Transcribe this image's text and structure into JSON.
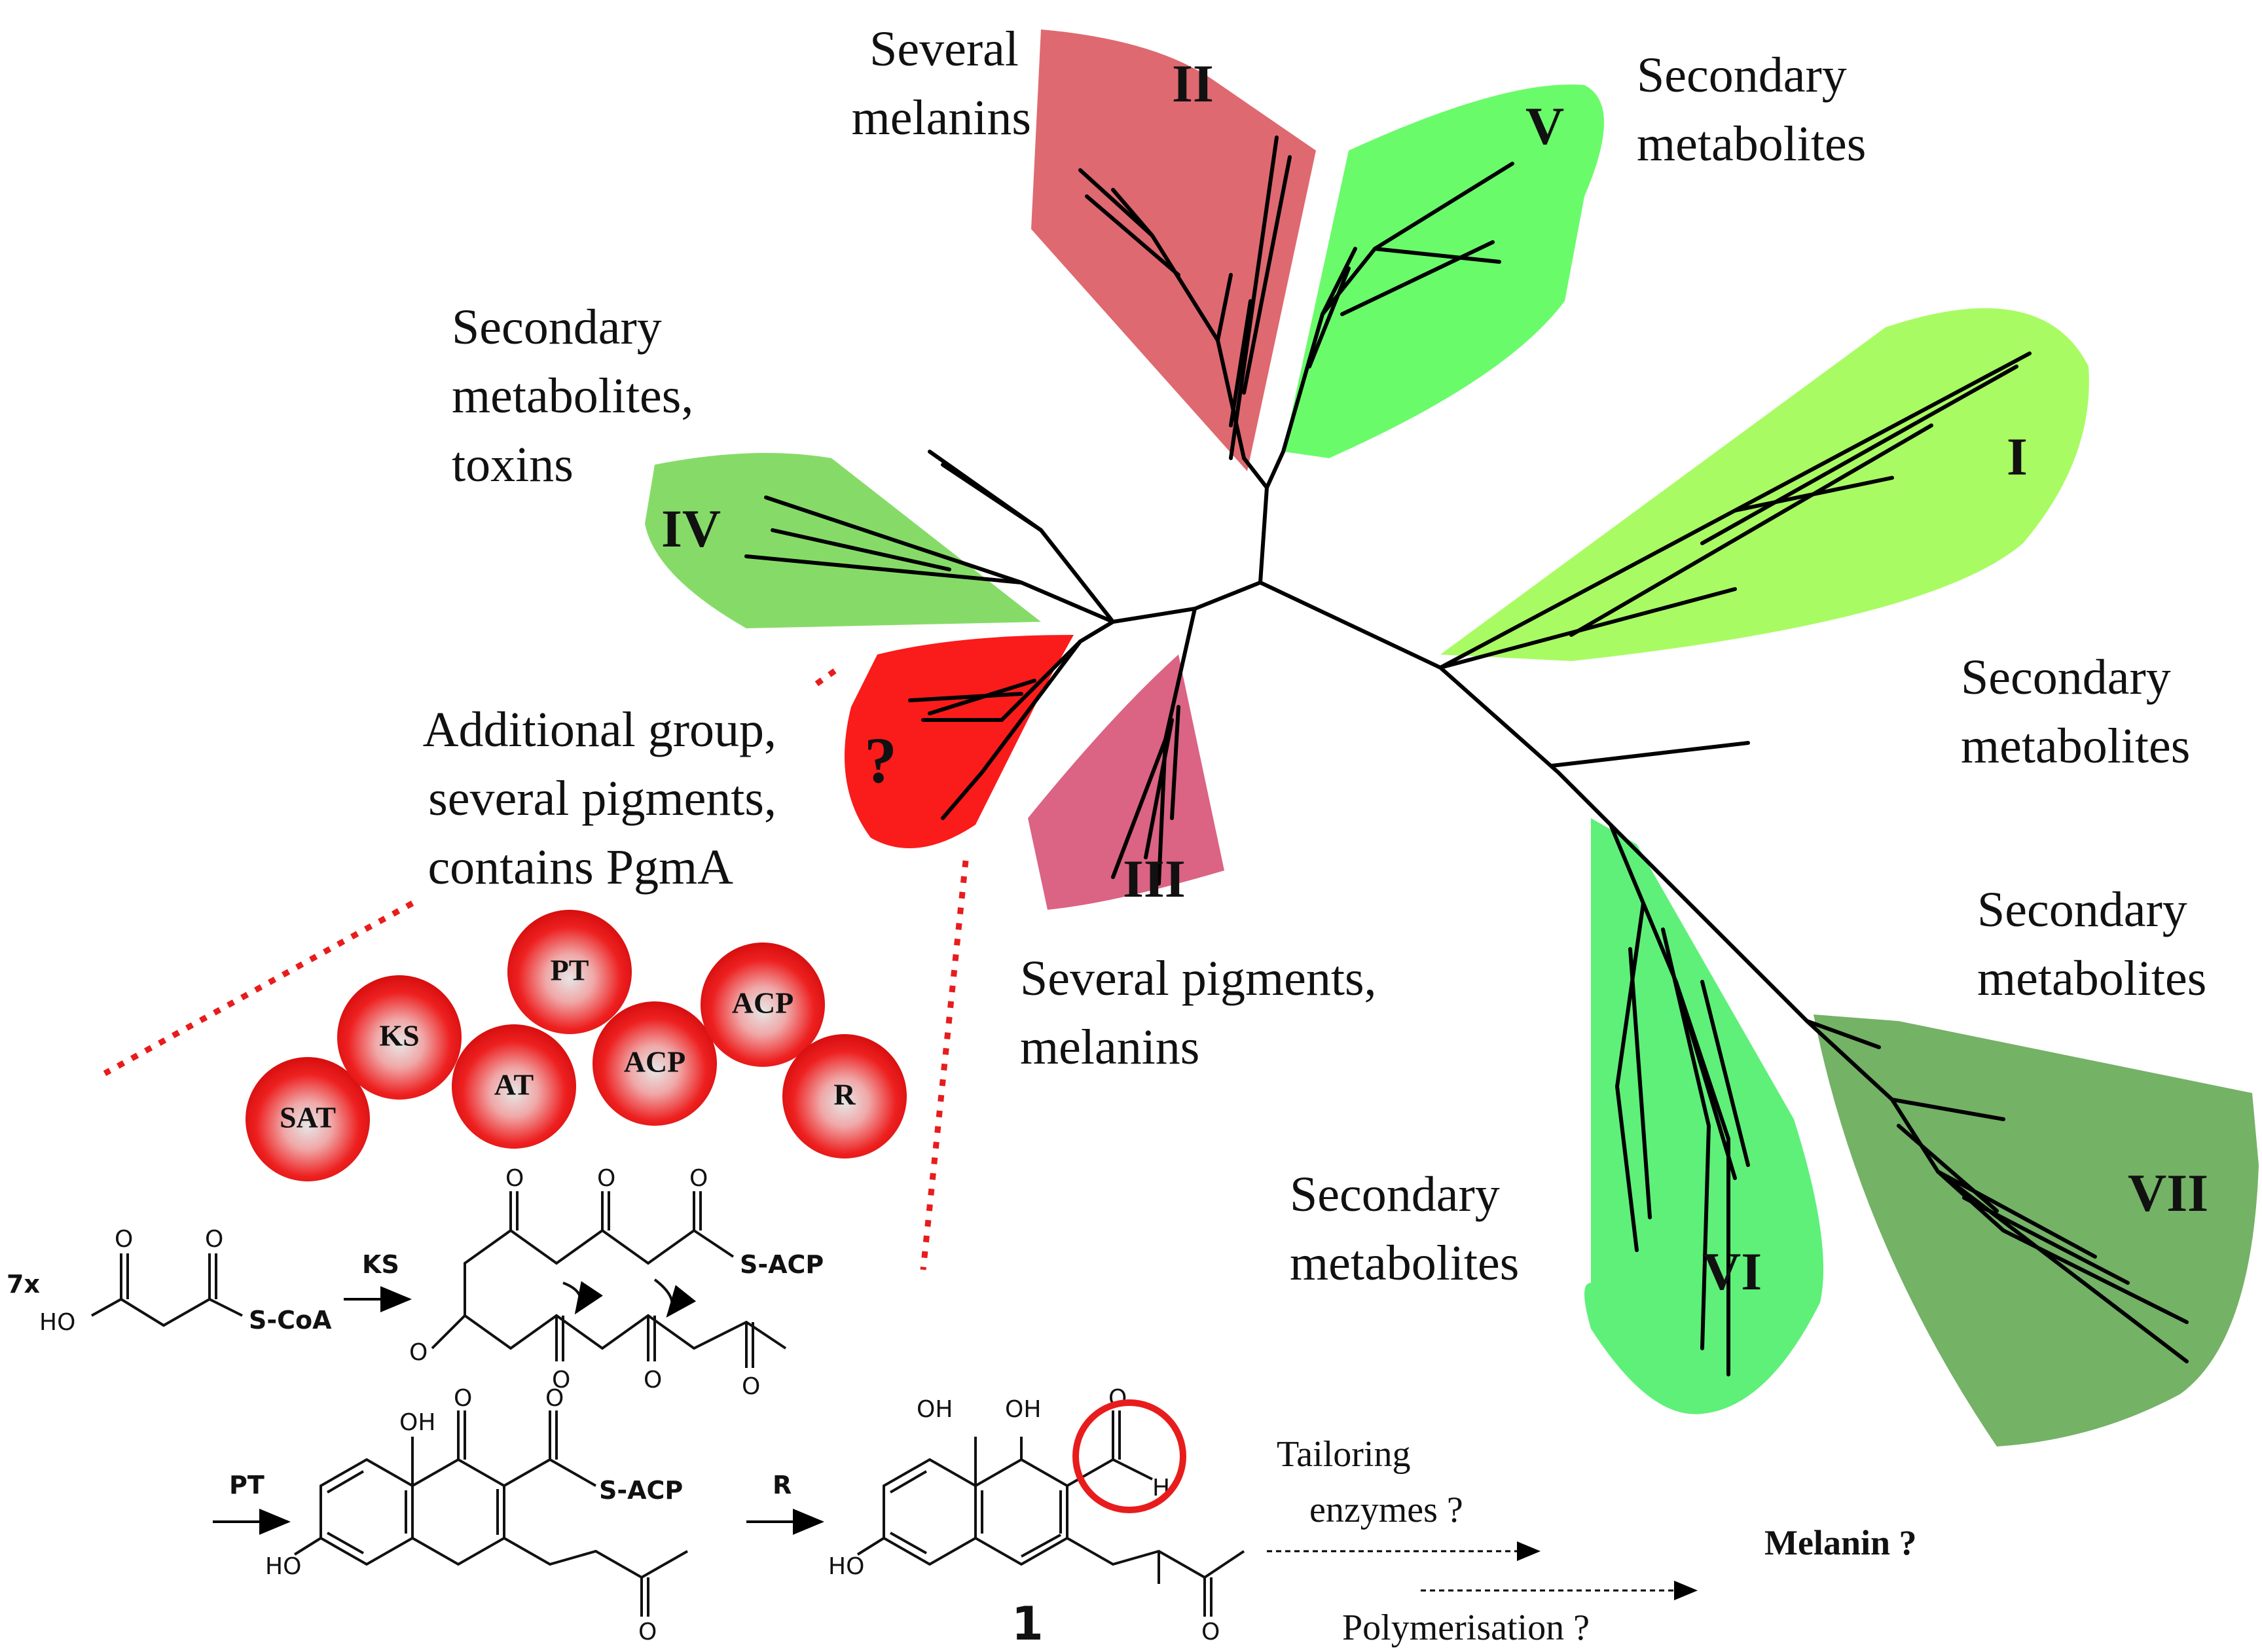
{
  "clades": {
    "I": {
      "roman": "I",
      "label_lines": [
        "Secondary",
        "metabolites"
      ],
      "color": "#a9fb63"
    },
    "II": {
      "roman": "II",
      "label_lines": [
        "Several",
        "melanins"
      ],
      "color": "#df6970"
    },
    "III": {
      "roman": "III",
      "label_lines": [
        "Several pigments,",
        "melanins"
      ],
      "color": "#db6384"
    },
    "IV": {
      "roman": "IV",
      "label_lines": [
        "Secondary",
        "metabolites,",
        "toxins"
      ],
      "color": "#86db68"
    },
    "V": {
      "roman": "V",
      "label_lines": [
        "Secondary",
        "metabolites"
      ],
      "color": "#6afb6b"
    },
    "VI": {
      "roman": "VI",
      "label_lines": [
        "Secondary",
        "metabolites"
      ],
      "color": "#5ef079"
    },
    "VII": {
      "roman": "VII",
      "label_lines": [
        "Secondary",
        "metabolites"
      ],
      "color": "#74b266"
    },
    "unknown": {
      "roman": "?",
      "label_lines": [
        "Additional group,",
        "several pigments,",
        "contains PgmA"
      ],
      "color": "#fa1b1b"
    }
  },
  "domains": [
    "SAT",
    "KS",
    "PT",
    "AT",
    "ACP",
    "ACP",
    "R"
  ],
  "pathway": {
    "count": "7x",
    "step_ks": "KS",
    "step_pt": "PT",
    "step_r": "R",
    "s_coa": "S-CoA",
    "s_acp": "S-ACP",
    "s_acp2": "S-ACP",
    "ho": "HO",
    "ho2": "HO",
    "ho3": "HO",
    "oh": "OH",
    "oh2": "OH",
    "oh3": "OH",
    "oh4": "OH",
    "o": "O",
    "h": "H",
    "compound": "1",
    "tailoring": [
      "Tailoring",
      "enzymes ?"
    ],
    "polymerisation": "Polymerisation ?",
    "product": "Melanin ?"
  },
  "colors": {
    "highlight": "#e81c1c",
    "domain_fill": "#ee1111"
  }
}
